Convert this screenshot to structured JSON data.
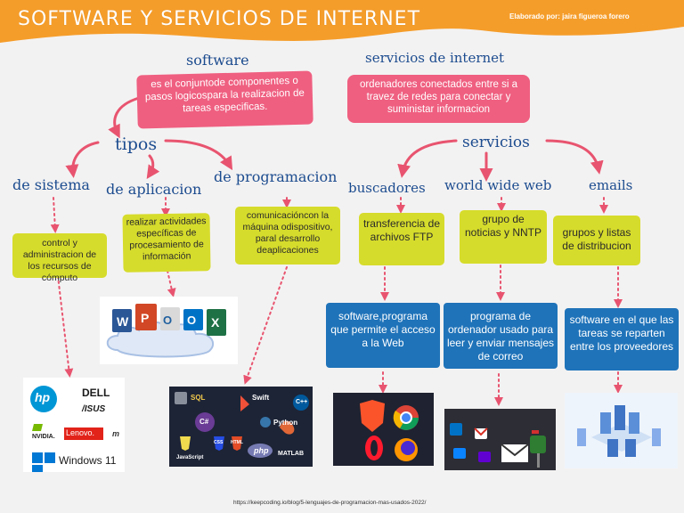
{
  "header": {
    "title": "SOFTWARE Y SERVICIOS DE INTERNET",
    "author": "Elaborado por: jaira figueroa forero"
  },
  "left": {
    "heading": "software",
    "definition": "es el conjuntode componentes o pasos logicospara la realizacion de tareas especificas.",
    "tipos": "tipos",
    "types": [
      {
        "heading": "de sistema",
        "description": "control y administracion de los recursos de cómputo"
      },
      {
        "heading": "de aplicacion",
        "description": "realizar actividades específicas de procesamiento de información"
      },
      {
        "heading": "de programacion",
        "description": "comunicacióncon la máquina odispositivo, paral desarrollo deaplicaciones"
      }
    ]
  },
  "right": {
    "heading": "servicios de internet",
    "definition": "ordenadores conectados entre si a travez de redes para conectar y suministar informacion",
    "servicios": "servicios",
    "services": [
      {
        "heading": "buscadores",
        "detail": "transferencia de archivos FTP",
        "description": "software,programa que permite el acceso a la Web"
      },
      {
        "heading": "world wide web",
        "detail": "grupo de noticias y NNTP",
        "description": "programa de ordenador usado para leer y enviar mensajes de correo"
      },
      {
        "heading": "emails",
        "detail": "grupos y listas de distribucion",
        "description": "software en el que las tareas se reparten entre los proveedores"
      }
    ]
  },
  "brands": {
    "hp": "hp",
    "dell": "DELL",
    "asus": "/ISUS",
    "nvidia": "NVIDIA.",
    "lenovo": "Lenovo.",
    "windows": "Windows 11",
    "partial": "m"
  },
  "languages": {
    "sql": "SQL",
    "swift": "Swift",
    "python": "Python",
    "javascript": "JavaScript",
    "css": "CSS",
    "html": "HTML",
    "php": "php",
    "matlab": "MATLAB",
    "cs": "C#",
    "cpp": "C++"
  },
  "footer": {
    "source": "https://keepcoding.io/blog/5-lenguajes-de-programacion-mas-usados-2022/"
  },
  "colors": {
    "banner": "#f59d2a",
    "heading": "#1c4c8f",
    "pink": "#ef5f80",
    "lime": "#d6dc2b",
    "blue": "#1f73b9",
    "arrow": "#e8546f"
  }
}
